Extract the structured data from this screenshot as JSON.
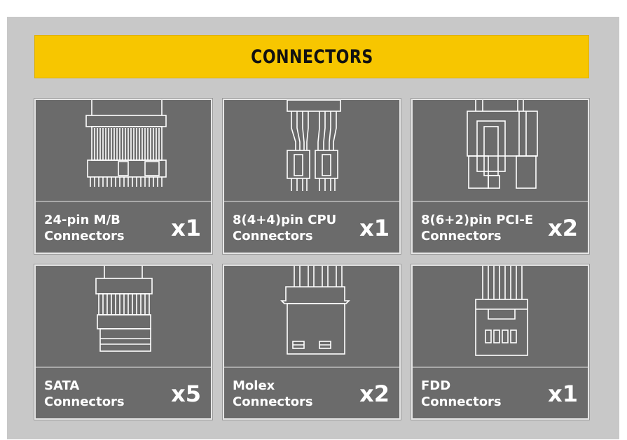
{
  "banner": {
    "title": "CONNECTORS"
  },
  "cards": [
    {
      "line1": "24-pin M/B",
      "line2": "Connectors",
      "qty": "x1",
      "icon": "atx-24pin-connector-icon"
    },
    {
      "line1": "8(4+4)pin CPU",
      "line2": "Connectors",
      "qty": "x1",
      "icon": "cpu-8pin-connector-icon"
    },
    {
      "line1": "8(6+2)pin PCI-E",
      "line2": "Connectors",
      "qty": "x2",
      "icon": "pcie-8pin-connector-icon"
    },
    {
      "line1": "SATA",
      "line2": "Connectors",
      "qty": "x5",
      "icon": "sata-connector-icon"
    },
    {
      "line1": "Molex",
      "line2": "Connectors",
      "qty": "x2",
      "icon": "molex-connector-icon"
    },
    {
      "line1": "FDD",
      "line2": "Connectors",
      "qty": "x1",
      "icon": "fdd-connector-icon"
    }
  ],
  "colors": {
    "banner": "#f7c600",
    "card": "#6b6b6b",
    "panel": "#c8c8c8",
    "text": "#ffffff"
  }
}
